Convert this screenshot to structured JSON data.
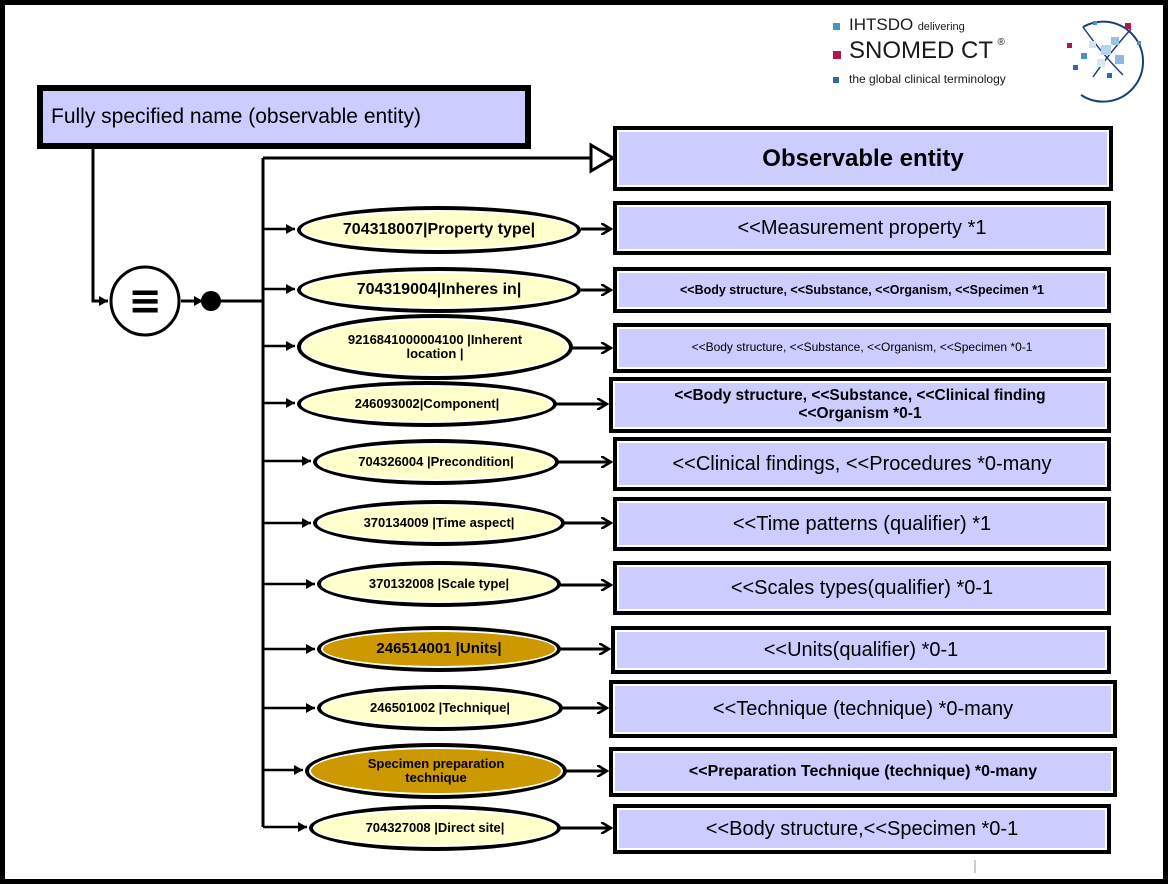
{
  "logo": {
    "line1_main": "IHTSDO",
    "line1_sub": "delivering",
    "line2": "SNOMED CT",
    "line2_mark": "®",
    "line3": "the global clinical terminology"
  },
  "fsn_label": "Fully specified name (observable entity)",
  "equivalence_symbol": "≡",
  "parent_concept": "Observable entity",
  "attributes": [
    {
      "label": "704318007|Property  type|",
      "value": "<<Measurement property *1"
    },
    {
      "label": "704319004|Inheres  in|",
      "value": "<<Body structure, <<Substance, <<Organism, <<Specimen *1"
    },
    {
      "label": "9216841000004100 |Inherent location |",
      "value": "<<Body structure, <<Substance, <<Organism, <<Specimen *0-1"
    },
    {
      "label": "246093002|Component|",
      "value": "<<Body structure, <<Substance, <<Clinical  finding <<Organism  *0-1"
    },
    {
      "label": "704326004 |Precondition|",
      "value": "<<Clinical findings,  <<Procedures *0-many"
    },
    {
      "label": "370134009 |Time aspect|",
      "value": "<<Time patterns (qualifier) *1"
    },
    {
      "label": "370132008 |Scale type|",
      "value": "<<Scales types(qualifier) *0-1"
    },
    {
      "label": "246514001 |Units|",
      "value": "<<Units(qualifier) *0-1"
    },
    {
      "label": "246501002 |Technique|",
      "value": "<<Technique  (technique) *0-many"
    },
    {
      "label": "Specimen preparation technique",
      "value": "<<Preparation  Technique  (technique) *0-many"
    },
    {
      "label": "704327008 |Direct site|",
      "value": "<<Body structure,<<Specimen *0-1"
    }
  ],
  "colors": {
    "concept_fill": "#ccccff",
    "attribute_fill": "#ffffcc",
    "attribute_fill_highlight": "#cc9900",
    "logo_accent_blue": "#4a90c8",
    "logo_accent_red": "#b3164e"
  }
}
